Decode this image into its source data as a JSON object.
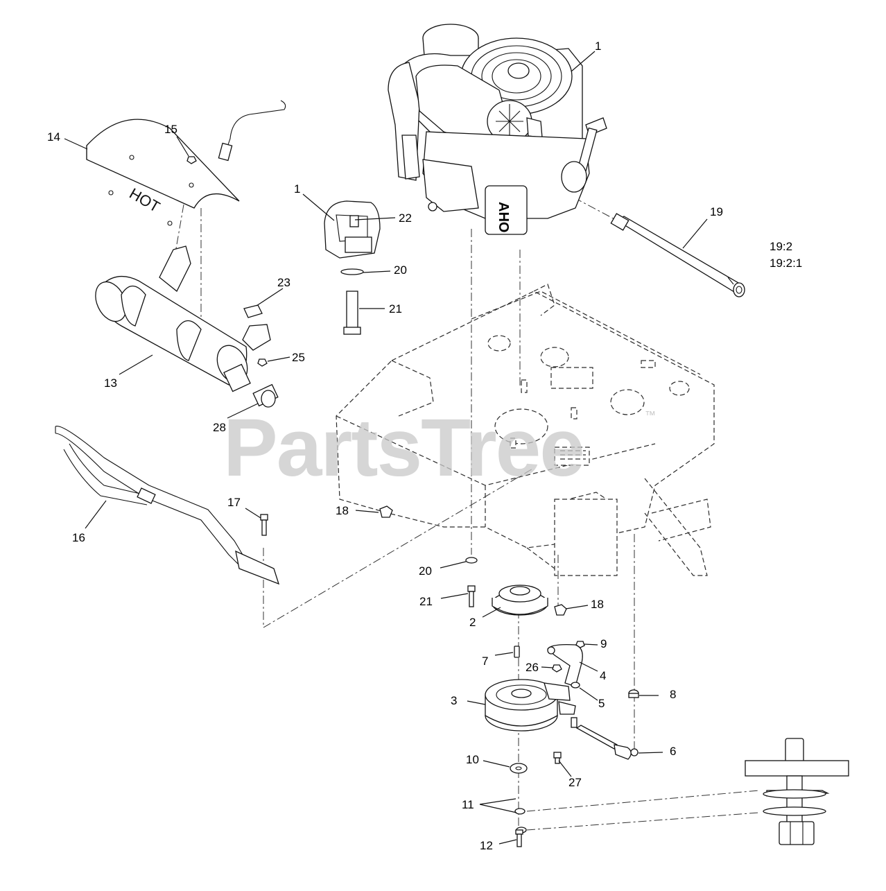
{
  "watermark": {
    "text": "PartsTree",
    "mark": "™"
  },
  "heat_shield_text": "HOT",
  "engine_label": "AHO",
  "callouts": [
    {
      "id": "c1-engine",
      "text": "1"
    },
    {
      "id": "c1-bracket",
      "text": "1"
    },
    {
      "id": "c2",
      "text": "2"
    },
    {
      "id": "c3",
      "text": "3"
    },
    {
      "id": "c4",
      "text": "4"
    },
    {
      "id": "c5",
      "text": "5"
    },
    {
      "id": "c6",
      "text": "6"
    },
    {
      "id": "c7",
      "text": "7"
    },
    {
      "id": "c8",
      "text": "8"
    },
    {
      "id": "c9",
      "text": "9"
    },
    {
      "id": "c10",
      "text": "10"
    },
    {
      "id": "c11",
      "text": "11"
    },
    {
      "id": "c12",
      "text": "12"
    },
    {
      "id": "c13",
      "text": "13"
    },
    {
      "id": "c14",
      "text": "14"
    },
    {
      "id": "c15",
      "text": "15"
    },
    {
      "id": "c16",
      "text": "16"
    },
    {
      "id": "c17",
      "text": "17"
    },
    {
      "id": "c18-upper",
      "text": "18"
    },
    {
      "id": "c18-lower",
      "text": "18"
    },
    {
      "id": "c19",
      "text": "19"
    },
    {
      "id": "c19-2",
      "text": "19:2"
    },
    {
      "id": "c19-2-1",
      "text": "19:2:1"
    },
    {
      "id": "c20-upper",
      "text": "20"
    },
    {
      "id": "c20-lower",
      "text": "20"
    },
    {
      "id": "c21-upper",
      "text": "21"
    },
    {
      "id": "c21-lower",
      "text": "21"
    },
    {
      "id": "c22",
      "text": "22"
    },
    {
      "id": "c23",
      "text": "23"
    },
    {
      "id": "c25",
      "text": "25"
    },
    {
      "id": "c26",
      "text": "26"
    },
    {
      "id": "c27",
      "text": "27"
    },
    {
      "id": "c28",
      "text": "28"
    }
  ]
}
